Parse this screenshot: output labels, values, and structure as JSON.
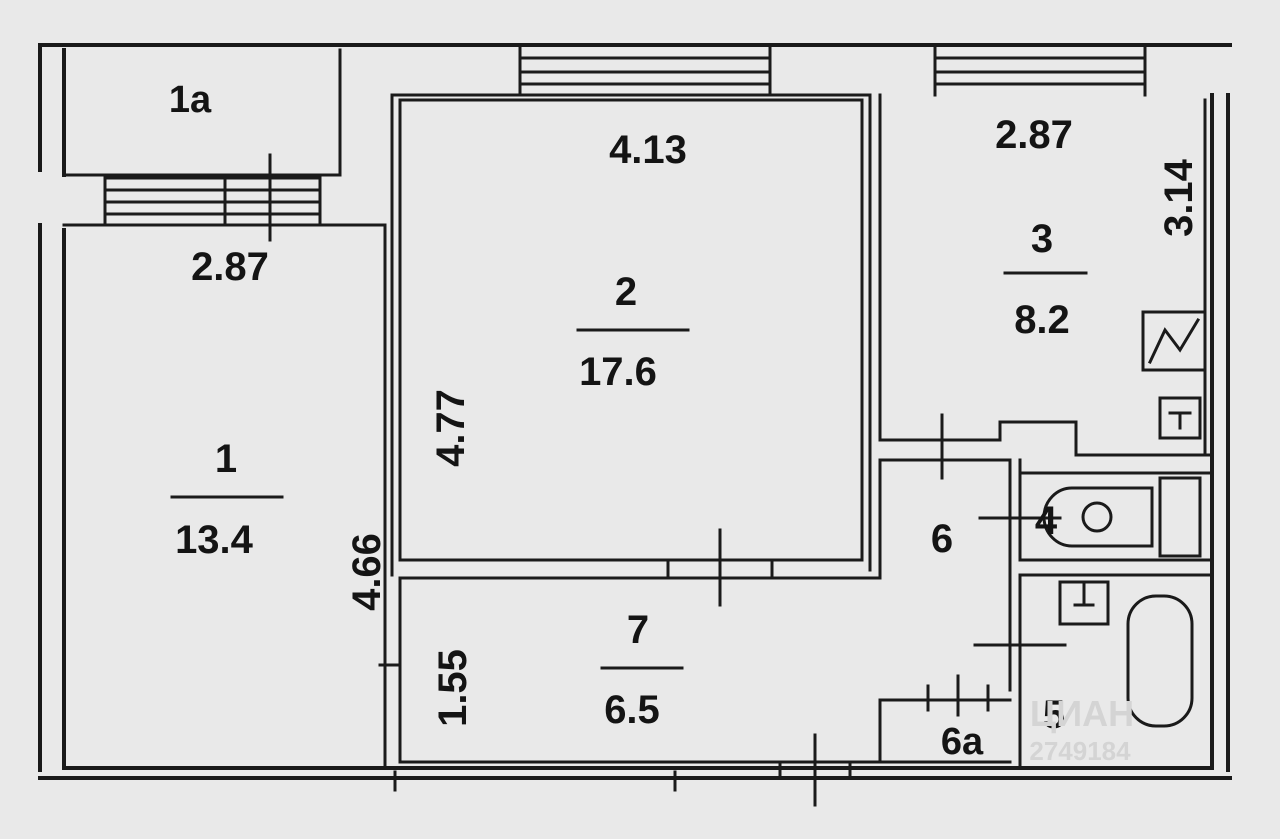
{
  "plan": {
    "rooms": [
      {
        "id": "balcony",
        "number": "1a"
      },
      {
        "id": "room1",
        "number": "1",
        "area": "13.4"
      },
      {
        "id": "room2",
        "number": "2",
        "area": "17.6"
      },
      {
        "id": "room3",
        "number": "3",
        "area": "8.2"
      },
      {
        "id": "toilet",
        "number": "4"
      },
      {
        "id": "bathroom",
        "number": "5"
      },
      {
        "id": "hall",
        "number": "6"
      },
      {
        "id": "closet",
        "number": "6a"
      },
      {
        "id": "corridor",
        "number": "7",
        "area": "6.5"
      }
    ],
    "dimensions": {
      "room2_width": "4.13",
      "room2_depth": "4.77",
      "room3_width": "2.87",
      "room3_depth": "3.14",
      "room1_width": "2.87",
      "room1_depth": "4.66",
      "corridor_depth": "1.55"
    },
    "watermark": {
      "brand": "ЦИАН",
      "id": "2749184"
    }
  }
}
